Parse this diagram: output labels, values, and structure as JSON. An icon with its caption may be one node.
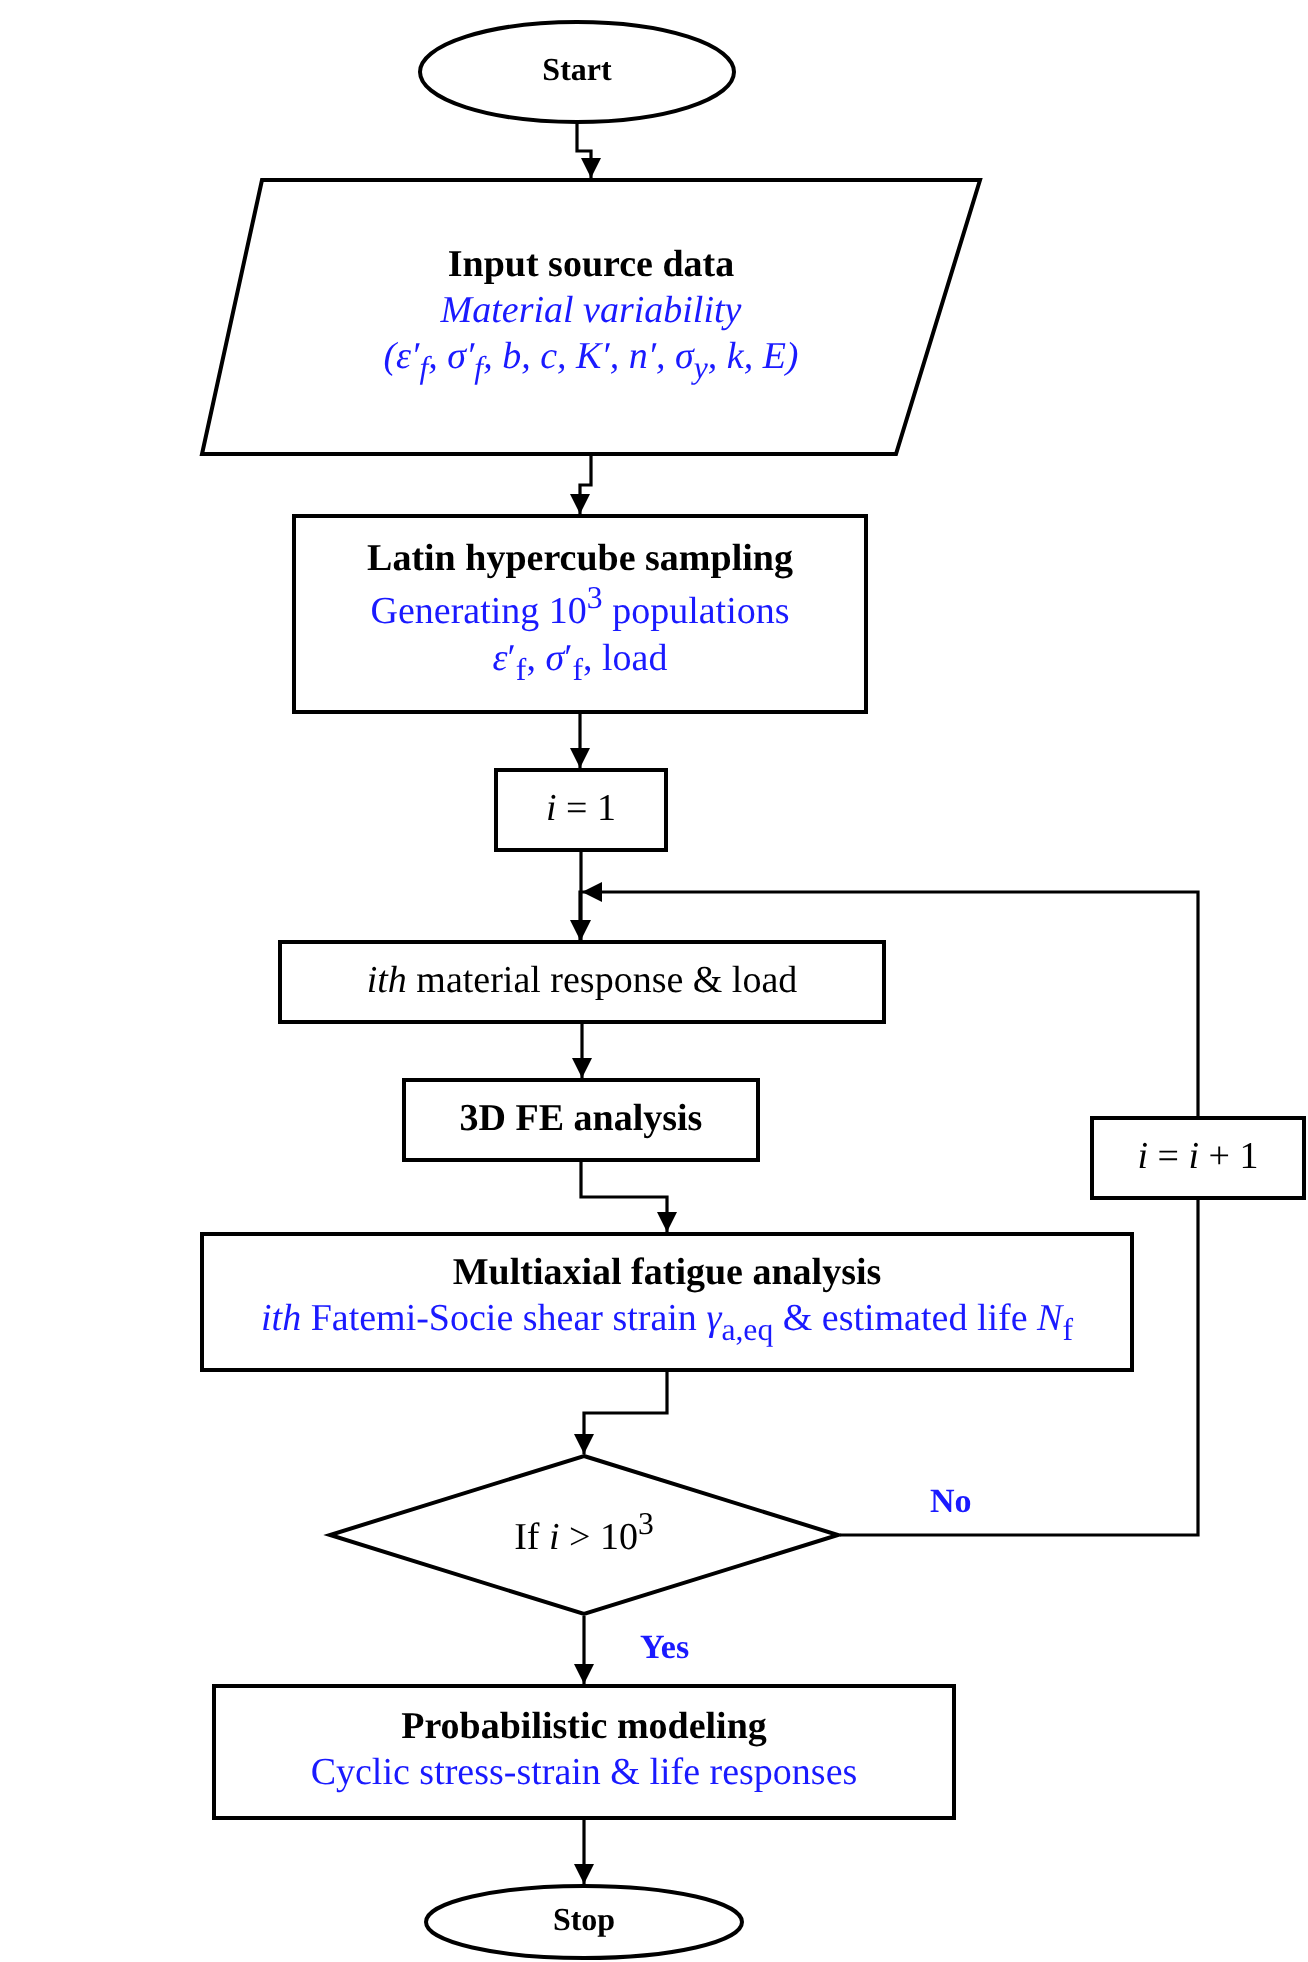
{
  "diagram": {
    "nodes": [
      {
        "text": [
          "Start"
        ]
      },
      {
        "text": [
          "Input source data",
          "Material variability",
          "(ε′$_{f}$, σ′$_{f}$, b, c, K′, n′, σ$_{y}$, k, E)"
        ]
      },
      {
        "text": [
          "Latin hypercube sampling",
          "Generating 10$^{3}$ populations",
          "*ε*′$_{f}$, *σ*′$_{f}$, load"
        ]
      },
      {
        "text": [
          "*i* = 1"
        ]
      },
      {
        "text": [
          "*ith* material response & load"
        ]
      },
      {
        "text": [
          "3D FE analysis"
        ]
      },
      {
        "text": [
          "Multiaxial fatigue analysis",
          "*ith* Fatemi-Socie shear strain *γ*$_{a,eq}$ & estimated life *N*$_{f}$"
        ]
      },
      {
        "text": [
          "If *i* > 10$^{3}$"
        ]
      },
      {
        "text": [
          "*i* = *i* + 1"
        ]
      },
      {
        "text": [
          "Probabilistic modeling",
          "Cyclic stress-strain & life responses"
        ]
      },
      {
        "text": [
          "Stop"
        ]
      }
    ],
    "edges": [
      {
        "from": 0,
        "to": 1,
        "arrow": "to"
      },
      {
        "from": 1,
        "to": 2,
        "arrow": "to"
      },
      {
        "from": 2,
        "to": 3,
        "arrow": "to"
      },
      {
        "from": 3,
        "to": 4,
        "arrow": "to"
      },
      {
        "from": 4,
        "to": 5,
        "arrow": "to"
      },
      {
        "from": 5,
        "to": 6,
        "arrow": "to"
      },
      {
        "from": 6,
        "to": 7,
        "arrow": "to"
      },
      {
        "from": 7,
        "to": 8,
        "arrow": "none",
        "label": "No"
      },
      {
        "from": 8,
        "to": 4,
        "arrow": "to"
      },
      {
        "from": 7,
        "to": 9,
        "arrow": "to",
        "label": "Yes"
      },
      {
        "from": 9,
        "to": 10,
        "arrow": "to"
      }
    ]
  }
}
